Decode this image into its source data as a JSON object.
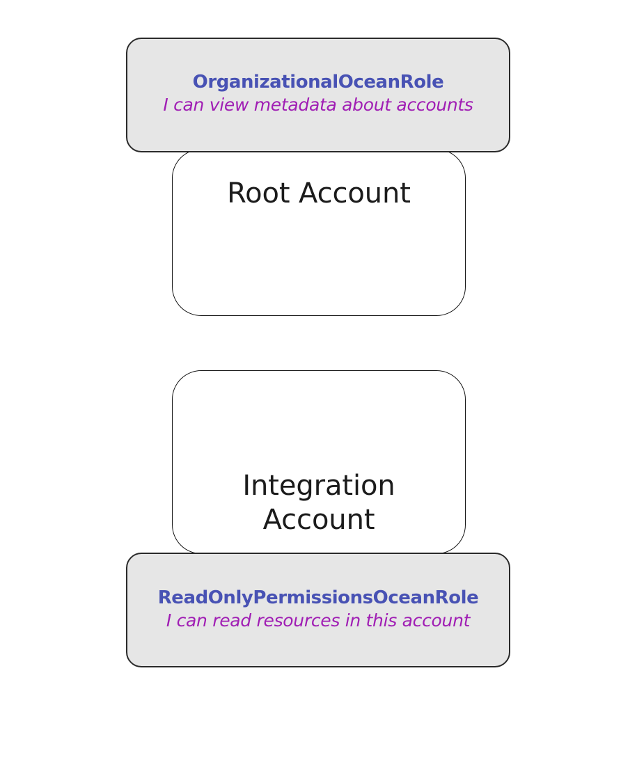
{
  "diagram": {
    "type": "aws-account-role-diagram",
    "background_color": "#ffffff",
    "accounts": [
      {
        "id": "root-account",
        "label": "Root Account",
        "fill_color": "#ffffff",
        "border_color": "#151515"
      },
      {
        "id": "integration-account",
        "label": "Integration\nAccount",
        "fill_color": "#ffffff",
        "border_color": "#151515"
      }
    ],
    "roles": [
      {
        "id": "organizational-ocean-role",
        "name": "OrganizationalOceanRole",
        "description": "I can view metadata about accounts",
        "name_color": "#4852b4",
        "description_color": "#a01eb4",
        "fill_color": "#e6e6e6",
        "border_color": "#2a2a2a",
        "attached_to": "root-account"
      },
      {
        "id": "readonly-permissions-ocean-role",
        "name": "ReadOnlyPermissionsOceanRole",
        "description": "I can read resources in this account",
        "name_color": "#4852b4",
        "description_color": "#a01eb4",
        "fill_color": "#e6e6e6",
        "border_color": "#2a2a2a",
        "attached_to": "integration-account"
      }
    ]
  }
}
